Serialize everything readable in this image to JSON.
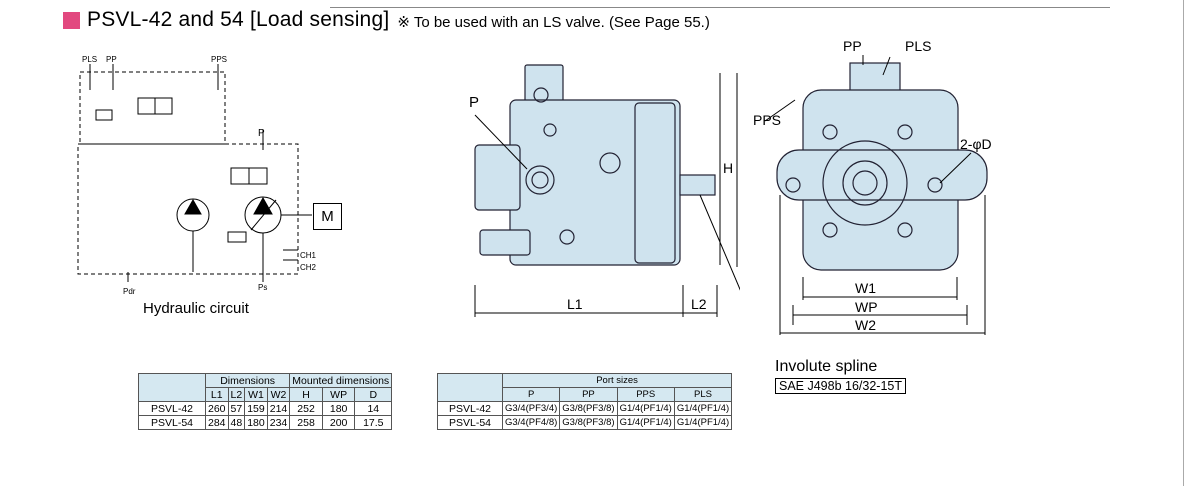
{
  "header": {
    "title": "PSVL-42 and 54 [Load sensing]",
    "note": "※ To be used with an LS valve. (See Page 55.)"
  },
  "circuit": {
    "caption": "Hydraulic circuit",
    "motor_label": "M",
    "labels": [
      "PLS",
      "PP",
      "PPS",
      "P",
      "CH1",
      "CH2",
      "Pdr",
      "Ps"
    ]
  },
  "pump_side": {
    "port_label": "P",
    "dim_l1": "L1",
    "dim_l2": "L2",
    "dim_h": "H"
  },
  "pump_front": {
    "pp": "PP",
    "pls": "PLS",
    "pps": "PPS",
    "holes": "2-φD",
    "w1": "W1",
    "wp": "WP",
    "w2": "W2"
  },
  "spline": {
    "title": "Involute spline",
    "spec": "SAE J498b 16/32-15T"
  },
  "dimensions_table": {
    "group1": "Dimensions",
    "group2": "Mounted dimensions",
    "columns": [
      "L1",
      "L2",
      "W1",
      "W2",
      "H",
      "WP",
      "D"
    ],
    "rows": [
      {
        "model": "PSVL-42",
        "values": [
          "260",
          "57",
          "159",
          "214",
          "252",
          "180",
          "14"
        ]
      },
      {
        "model": "PSVL-54",
        "values": [
          "284",
          "48",
          "180",
          "234",
          "258",
          "200",
          "17.5"
        ]
      }
    ]
  },
  "ports_table": {
    "group": "Port sizes",
    "columns": [
      "P",
      "PP",
      "PPS",
      "PLS"
    ],
    "rows": [
      {
        "model": "PSVL-42",
        "values": [
          "G3/4(PF3/4)",
          "G3/8(PF3/8)",
          "G1/4(PF1/4)",
          "G1/4(PF1/4)"
        ]
      },
      {
        "model": "PSVL-54",
        "values": [
          "G3/4(PF4/8)",
          "G3/8(PF3/8)",
          "G1/4(PF1/4)",
          "G1/4(PF1/4)"
        ]
      }
    ]
  }
}
